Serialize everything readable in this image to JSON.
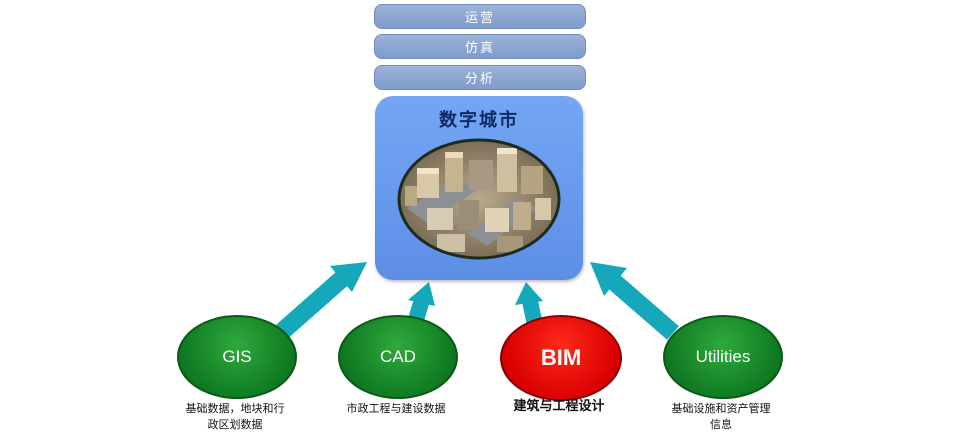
{
  "layers": [
    "运营",
    "仿真",
    "分析"
  ],
  "center": {
    "title": "数字城市"
  },
  "sources": [
    {
      "label": "GIS",
      "caption_line1": "基础数据，地块和行",
      "caption_line2": "政区划数据"
    },
    {
      "label": "CAD",
      "caption_line1": "市政工程与建设数据",
      "caption_line2": ""
    },
    {
      "label": "BIM",
      "caption_line1": "建筑与工程设计",
      "caption_line2": ""
    },
    {
      "label": "Utilities",
      "caption_line1": "基础设施和资产管理",
      "caption_line2": "信息"
    }
  ],
  "colors": {
    "arrow": "#19b3c7",
    "node_green": "#148a2a",
    "node_red": "#e00000",
    "city_box": "#6699ee",
    "layer_bar": "#8fa9d4"
  }
}
